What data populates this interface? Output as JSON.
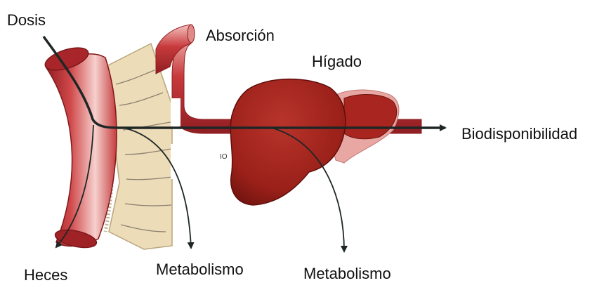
{
  "labels": {
    "dose": "Dosis",
    "absorption": "Absorción",
    "liver": "Hígado",
    "bioavailability": "Biodisponibilidad",
    "feces": "Heces",
    "metabolism_gut": "Metabolismo",
    "metabolism_liver": "Metabolismo",
    "small_mark": "IO"
  },
  "colors": {
    "vessel_red": "#c0393b",
    "vessel_highlight": "#f2b8b5",
    "liver_dark": "#8e1b17",
    "liver_main": "#a8261f",
    "liver_back": "#e8a7a3",
    "villi_tan": "#ecdcb8",
    "arrow": "#1e2626"
  }
}
